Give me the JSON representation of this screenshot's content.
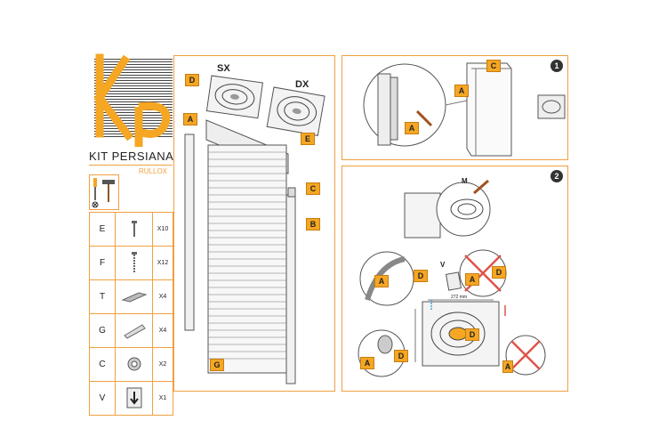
{
  "logo": {
    "letters": "KP"
  },
  "kit": {
    "title": "KIT PERSIANA",
    "subtitle": "RULLOX"
  },
  "tools": [
    "screwdriver-icon",
    "hammer-icon"
  ],
  "parts": [
    {
      "code": "E",
      "qty": "X10",
      "icon": "screw-icon"
    },
    {
      "code": "F",
      "qty": "X12",
      "icon": "screw-long-icon"
    },
    {
      "code": "T",
      "qty": "X4",
      "icon": "plate-icon"
    },
    {
      "code": "G",
      "qty": "X4",
      "icon": "wall-plug-icon"
    },
    {
      "code": "C",
      "qty": "X2",
      "icon": "clip-icon"
    },
    {
      "code": "V",
      "qty": "X1",
      "icon": "sticker-v-icon"
    }
  ],
  "main": {
    "label_sx": "SX",
    "label_dx": "DX",
    "tags": {
      "d": "D",
      "e": "E",
      "a": "A",
      "c": "C",
      "b": "B",
      "g": "G"
    }
  },
  "step1": {
    "number": "1",
    "tags": {
      "a1": "A",
      "a2": "A",
      "c": "C"
    }
  },
  "step2": {
    "number": "2",
    "tags": {
      "m": "M",
      "a1": "A",
      "d1": "D",
      "v": "V",
      "a2": "A",
      "d2": "D",
      "d3": "D",
      "a3": "A",
      "d4": "D",
      "a4": "A"
    },
    "dimension_width": "272 mm"
  },
  "colors": {
    "accent": "#f5a623",
    "border": "#f0a040"
  }
}
